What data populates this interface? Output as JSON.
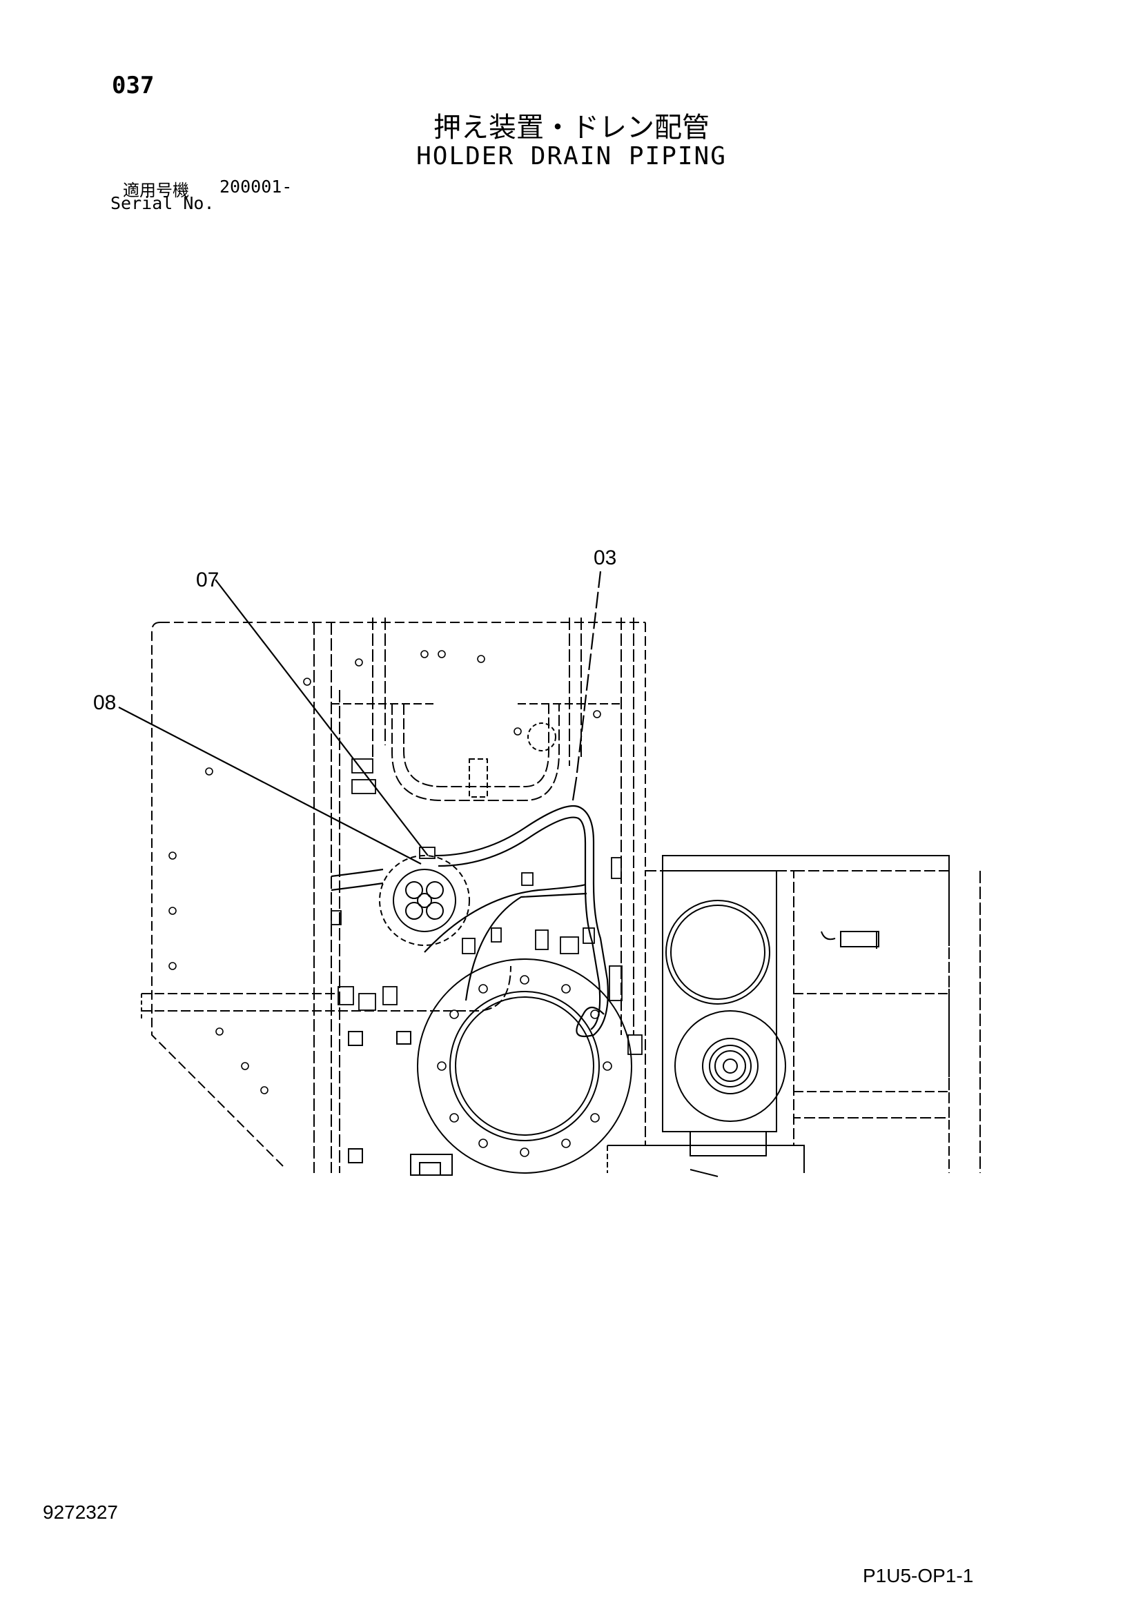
{
  "header": {
    "page_number": "037",
    "title_jp": "押え装置・ドレン配管",
    "title_en": "HOLDER DRAIN PIPING",
    "serial_label_jp": "適用号機",
    "serial_value": "200001-",
    "serial_label_en": "Serial No."
  },
  "callouts": [
    {
      "label": "03"
    },
    {
      "label": "07"
    },
    {
      "label": "08"
    }
  ],
  "footer": {
    "document_number": "9272327",
    "sheet_code": "P1U5-OP1-1"
  }
}
